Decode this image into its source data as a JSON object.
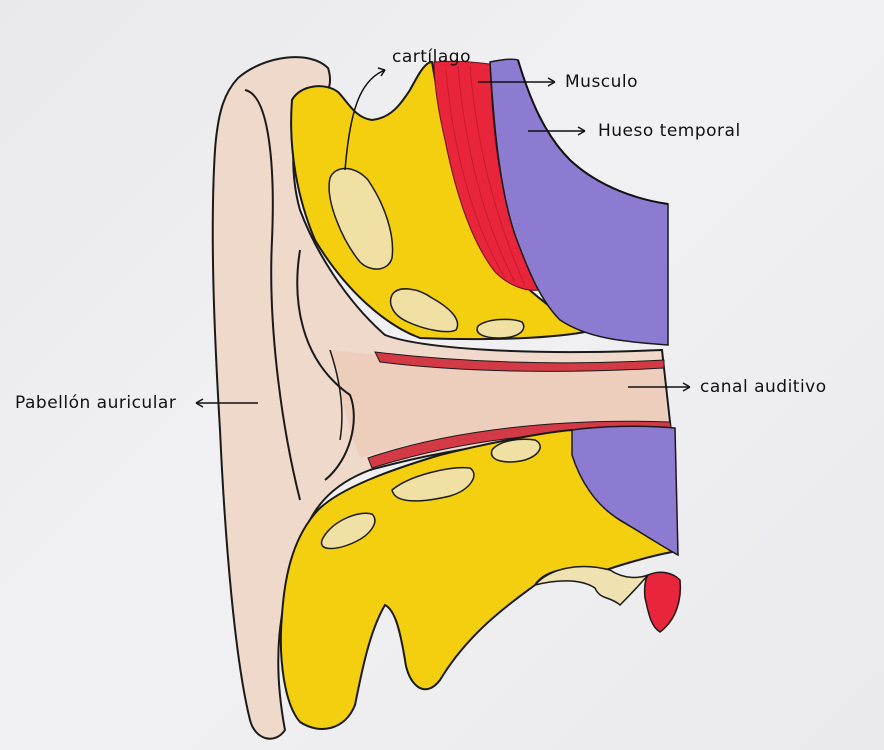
{
  "labels": {
    "cartilage": "cartílago",
    "muscle": "Musculo",
    "temporal_bone": "Hueso temporal",
    "auricle": "Pabellón auricular",
    "ear_canal": "canal auditivo"
  },
  "colors": {
    "paper": "#eeeef0",
    "skin": "#efd9cb",
    "skin_shade": "#e3b8a0",
    "cartilage_yellow": "#f4cf10",
    "cartilage_pale": "#f0e0a4",
    "muscle_red": "#e8253a",
    "bone_purple": "#8c7bd0",
    "ink": "#111111"
  }
}
